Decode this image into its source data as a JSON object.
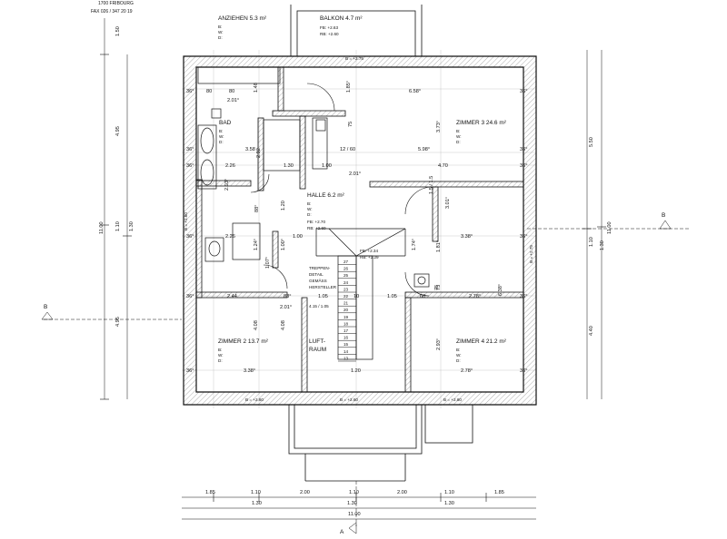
{
  "header": {
    "address_line": "1700 FRIBOURG",
    "fax_line": "FAX 026 / 347 20 19"
  },
  "rooms": {
    "anziehen": {
      "name": "ANZIEHEN  5.3 m²",
      "b": "B:",
      "w": "W:",
      "d": "D:"
    },
    "balkon": {
      "name": "BALKON  4.7 m²",
      "fb": "FB: +2.63",
      "rb": "RB: +2.60"
    },
    "bad": {
      "name": "BAD",
      "b": "B:",
      "w": "W:",
      "d": "D:"
    },
    "zimmer3": {
      "name": "ZIMMER 3  24.6 m²",
      "b": "B:",
      "w": "W:",
      "d": "D:"
    },
    "halle": {
      "name": "HALLE  6.2 m²",
      "b": "B:",
      "w": "W:",
      "d": "D:",
      "fb": "FB: +2.70",
      "rb": "RB: +2.60"
    },
    "stair_levels": {
      "fb": "FB: +2.34",
      "rb": "RB: +2.29"
    },
    "zimmer2": {
      "name": "ZIMMER 2  13.7 m²",
      "b": "B:",
      "w": "W:",
      "d": "D:"
    },
    "zimmer4": {
      "name": "ZIMMER 4  21.2 m²",
      "b": "B:",
      "w": "W:",
      "d": "D:"
    },
    "luftraum": {
      "line1": "LUFT-",
      "line2": "RAUM"
    }
  },
  "notes": {
    "treppe": [
      "TREPPEN-",
      "DETAIL",
      "GEMÄSS",
      "HERSTELLER"
    ],
    "stair_ratio": "4.15 / 1.05",
    "balkon_door": "B = +2.75",
    "bottom_door_1": "B = +2.60",
    "bottom_door_2": "B = +2.60",
    "bottom_door_3": "B = +2.60",
    "left_window": "B = +2.60",
    "right_window": "B = +2.75"
  },
  "stair_steps": [
    "27",
    "26",
    "25",
    "24",
    "23",
    "22",
    "21",
    "20",
    "19",
    "18",
    "17",
    "16",
    "15",
    "14",
    "13"
  ],
  "dims": {
    "bottom_row1": [
      "1.85",
      "1.10",
      "2.00",
      "1.10",
      "2.00",
      "1.10",
      "1.85"
    ],
    "bottom_row2": [
      "1.30",
      "1.30",
      "1.30"
    ],
    "bottom_total": "11.00",
    "left_outer": [
      "1.50",
      "4.95",
      "1.10",
      "1.30",
      "4.95"
    ],
    "left_total": "11.00",
    "right_outer": [
      "5.50",
      "1.10",
      "1.30",
      "4.40"
    ],
    "right_total": "11.00",
    "inner": {
      "r1": [
        "36°",
        "80",
        "80",
        "1.48",
        "1.85°",
        "6.58°",
        "36°"
      ],
      "r1b": "2.01°",
      "r2": [
        "36°",
        "3.58",
        "2.92",
        "5.98°",
        "12 / 60",
        "36°"
      ],
      "r3": [
        "36°",
        "2.26",
        "1.30",
        "1.00",
        "4.70",
        "36°"
      ],
      "r3b": "2.01°",
      "r4": [
        "36°",
        "2.26",
        "1.00",
        "3.38°",
        "36°"
      ],
      "r5": [
        "36°",
        "2.44",
        "88°",
        "1.05",
        "10",
        "1.05",
        "60",
        "2.78°",
        "36°"
      ],
      "r5b": "2.01°",
      "r6": [
        "36°",
        "3.38°",
        "1.20",
        "2.78°",
        "36°"
      ],
      "vert": [
        "75",
        "3.73°",
        "1.81°",
        "75",
        "6.38°",
        "2.93°",
        "4.08",
        "4.08",
        "1.74°",
        "3.01°",
        "2.03°",
        "1.24°",
        "1.00°",
        "1.20",
        "1.07°",
        "88°",
        "1.5 / 1.5",
        "75"
      ]
    }
  },
  "section_markers": {
    "left": "B",
    "right": "B",
    "bottom": "A"
  }
}
